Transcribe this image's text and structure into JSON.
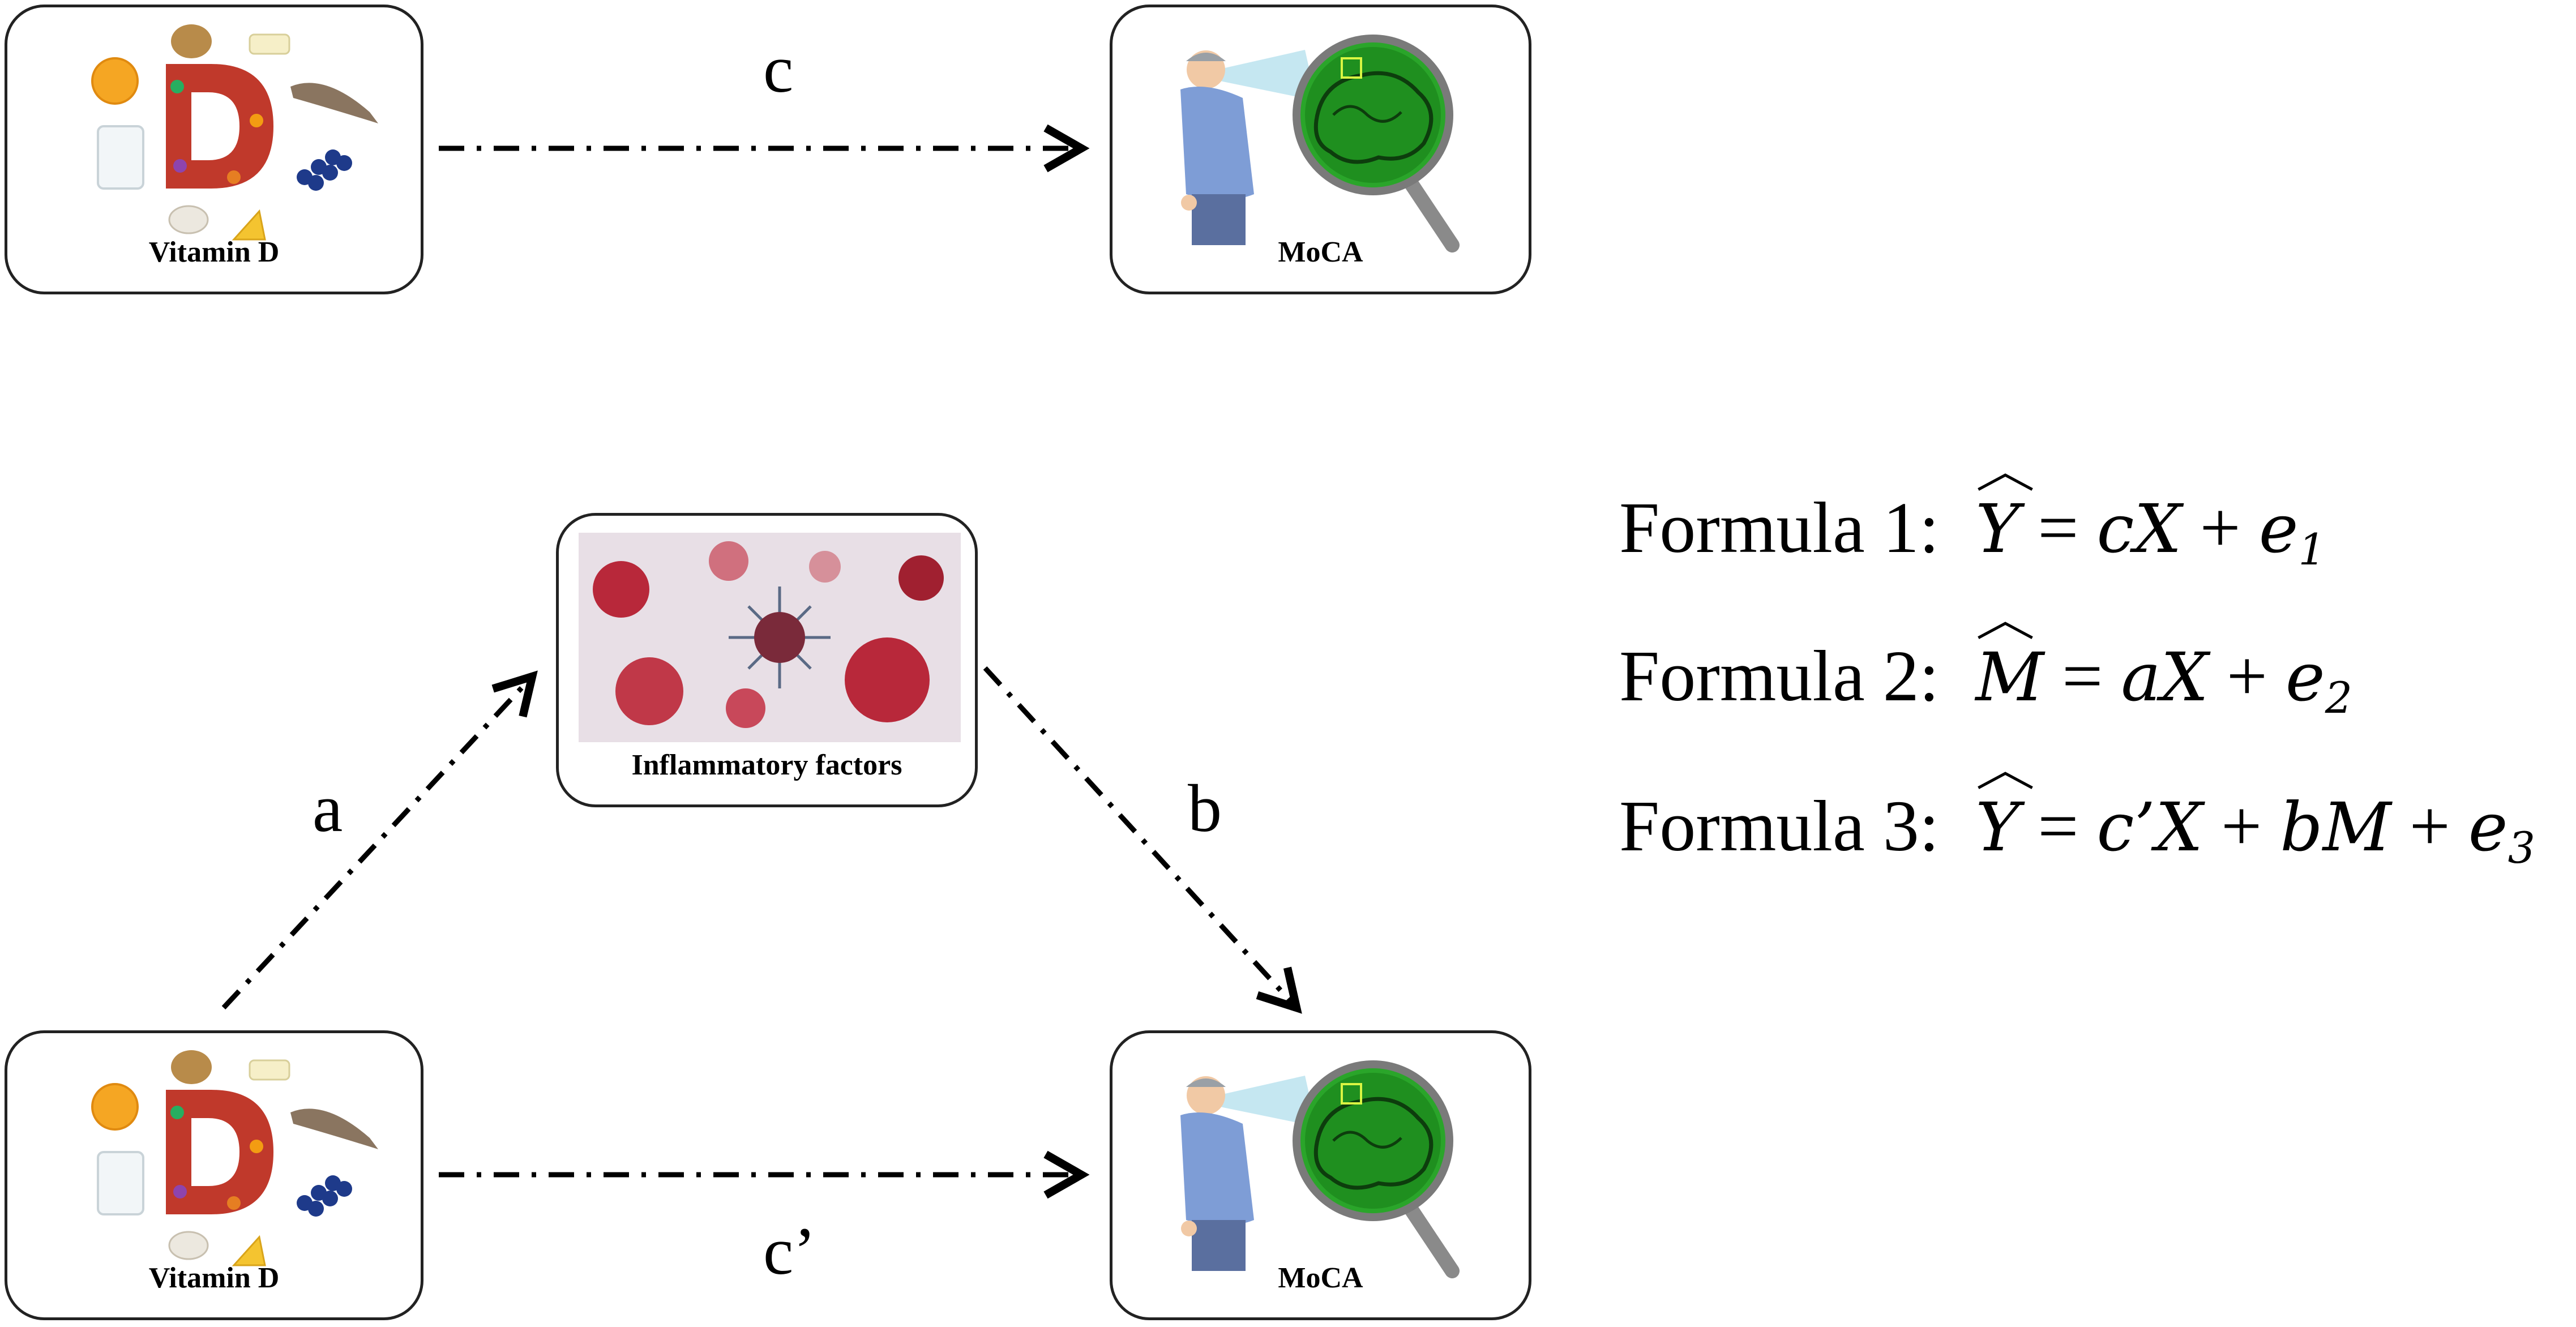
{
  "nodes": {
    "vitamin_d_top": {
      "label": "Vitamin D"
    },
    "moca_top": {
      "label": "MoCA"
    },
    "inflammatory": {
      "label": "Inflammatory factors"
    },
    "vitamin_d_bottom": {
      "label": "Vitamin D"
    },
    "moca_bottom": {
      "label": "MoCA"
    }
  },
  "edges": {
    "c": "c",
    "a": "a",
    "b": "b",
    "c_prime": "c’"
  },
  "formulas": [
    {
      "prefix": "Formula 1:",
      "lhs": "Y",
      "rhs_terms": [
        "c",
        "X",
        "e",
        "1"
      ]
    },
    {
      "prefix": "Formula 2:",
      "lhs": "M",
      "rhs_terms": [
        "a",
        "X",
        "e",
        "2"
      ]
    },
    {
      "prefix": "Formula 3:",
      "lhs": "Y",
      "rhs_terms": [
        "c’",
        "X",
        "b",
        "M",
        "e",
        "3"
      ]
    }
  ],
  "symbols": {
    "equals": "=",
    "plus": "+"
  },
  "colors": {
    "stroke": "#000000",
    "box_border": "#222222",
    "brain_green": "#2aa52a",
    "cell_red": "#b8283a"
  }
}
